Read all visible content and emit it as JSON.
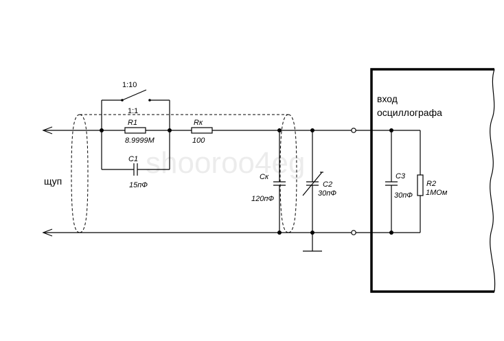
{
  "watermark": "shooroo4eg",
  "labels": {
    "ratio_10": "1:10",
    "ratio_1": "1:1",
    "probe": "щуп",
    "scope_line1": "вход",
    "scope_line2": "осциллографа"
  },
  "components": {
    "r1": {
      "name": "R1",
      "value": "8.9999M"
    },
    "rk": {
      "name": "Rк",
      "value": "100"
    },
    "c1": {
      "name": "C1",
      "value": "15пФ"
    },
    "ck": {
      "name": "Cк",
      "value": "120пФ"
    },
    "c2": {
      "name": "C2",
      "value": "30пФ"
    },
    "c3": {
      "name": "C3",
      "value": "30пФ"
    },
    "r2": {
      "name": "R2",
      "value": "1МОм"
    }
  }
}
